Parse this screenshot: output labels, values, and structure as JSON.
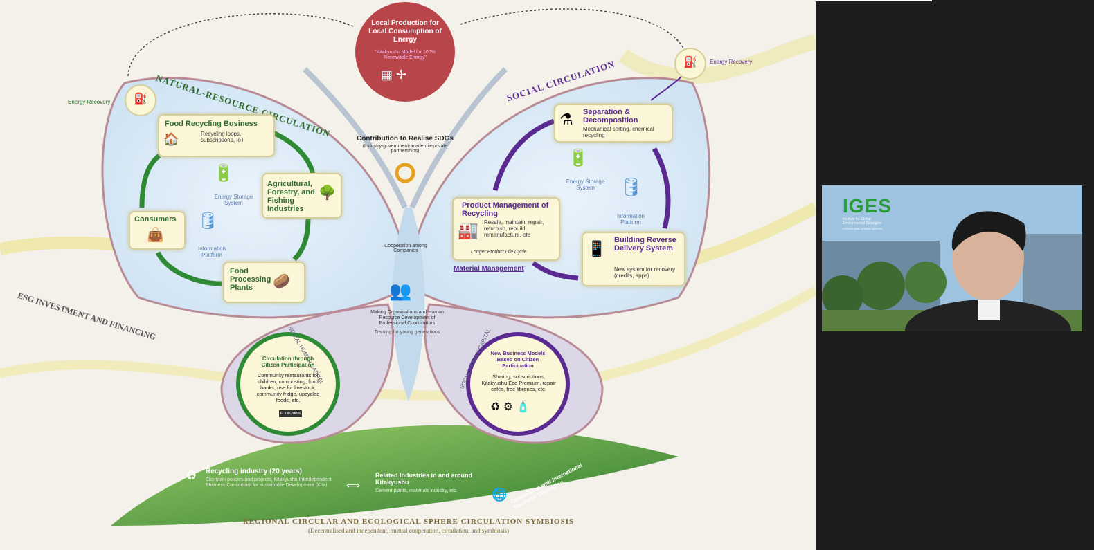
{
  "slide": {
    "center_title": "Local Production for Local Consumption of Energy",
    "center_subtitle": "\"Kitakyushu Model for 100% Renewable Energy\"",
    "natural_resource_label": "NATURAL-RESOURCE CIRCULATION",
    "social_circulation_label": "SOCIAL CIRCULATION",
    "esg_label": "ESG INVESTMENT AND FINANCING",
    "energy_recovery_left": "Energy Recovery",
    "energy_recovery_right": "Energy Recovery",
    "food_recycling": {
      "title": "Food Recycling Business",
      "text": "Recycling loops, subscriptions, IoT"
    },
    "agri": {
      "title": "Agricultural, Forestry, and Fishing Industries"
    },
    "consumers": {
      "title": "Consumers"
    },
    "food_processing": {
      "title": "Food Processing Plants"
    },
    "energy_storage_left": "Energy Storage System",
    "info_platform_left": "Information Platform",
    "sdgs": {
      "title": "Contribution to Realise SDGs",
      "text": "(Industry-government-academia-private partnerships)"
    },
    "separation": {
      "title": "Separation & Decomposition",
      "text": "Mechanical sorting, chemical recycling"
    },
    "energy_storage_right": "Energy Storage System",
    "info_platform_right": "Information Platform",
    "product_mgmt": {
      "title": "Product Management of Recycling",
      "text": "Resale, maintain, repair, refurbish, rebuild, remanufacture, etc",
      "note": "Longer Product Life Cycle"
    },
    "material_mgmt": "Material Management",
    "reverse_delivery": {
      "title": "Building Reverse Delivery System",
      "text": "New system for recovery (credits, apps)"
    },
    "cooperation": "Cooperation among Companies",
    "making_orgs": "Making Organisations and Human Resource Development of Professional Coordinators",
    "training": "Training for young generations",
    "social_human_capital_left": "SOCIAL HUMAN CAPITAL",
    "social_human_capital_right": "SOCIAL HUMAN CAPITAL",
    "citizen": {
      "title": "Circulation through Citizen Participation",
      "text": "Community restaurants for children, composting, food banks, use for livestock, community fridge, upcycled foods, etc.",
      "badge": "FOOD BANK"
    },
    "business_models": {
      "title": "New Business Models Based on Citizen Participation",
      "text": "Sharing, subscriptions, Kitakyushu Eco Premium, repair cafés, free libraries, etc."
    },
    "recycling_industry": {
      "title": "Recycling industry (20 years)",
      "text": "Eco-town policies and projects, Kitakyushu Interdependent Business Consortium for sustainable Development (Kita)"
    },
    "related_industries": {
      "title": "Related Industries in and around Kitakyushu",
      "text": "Cement plants, materials industry, etc."
    },
    "international": "Cooperation with International Resource Circulation",
    "bottom_title": "REGIONAL CIRCULAR AND ECOLOGICAL SPHERE CIRCULATION SYMBIOSIS",
    "bottom_subtitle": "(Decentralised and independent, mutual cooperation, circulation, and symbiosis)"
  },
  "video": {
    "logo": "IGES",
    "logo_sub1": "Institute for Global",
    "logo_sub2": "Environmental Strategies",
    "logo_sub3": "KITAKYUSHU URBAN CENTRE"
  },
  "colors": {
    "green": "#2f6d2e",
    "purple": "#5a2a90",
    "red": "#b8454a",
    "panel_bg": "#1d1d1d"
  }
}
